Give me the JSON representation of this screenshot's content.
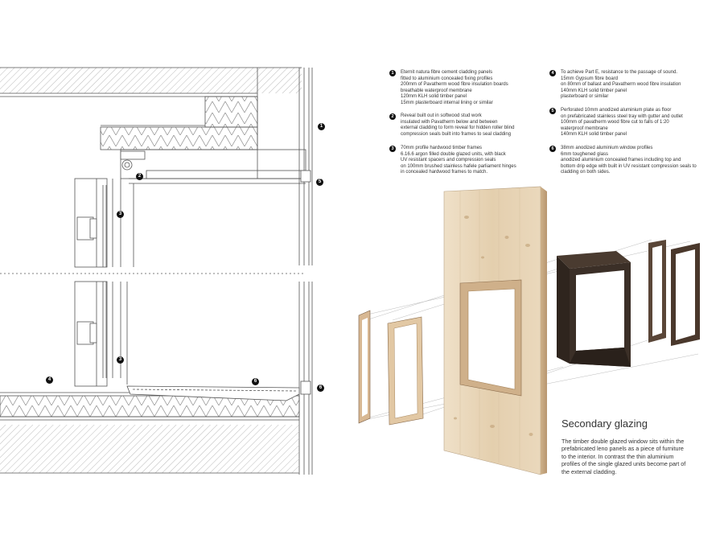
{
  "notes": [
    {
      "num": "1",
      "lines": [
        "Eternit natura fibre cement cladding panels",
        "fitted to aluminium concealed fixing profiles",
        "200mm of Pavatherm wood fibre insulation boards",
        "breathable waterproof membrane",
        "120mm KLH solid timber panel",
        "15mm plasterboard internal lining or similar"
      ]
    },
    {
      "num": "2",
      "lines": [
        "Reveal built out in softwood stud work",
        "insulated with Pavatherm below and between",
        "external cladding to form reveal for hidden roller blind",
        "compression seals built into frames to seal cladding"
      ]
    },
    {
      "num": "3",
      "lines": [
        "70mm profile hardwood timber frames",
        "6.16.6 argon filled double glazed units, with black",
        "UV resistant spacers and compression seals",
        "on 100mm brushed stainless hafele parliament hinges",
        "in concealed hardwood frames to match."
      ]
    },
    {
      "num": "4",
      "lines": [
        "To achieve Part E, resistance to the passage of sound.",
        "15mm Gypsum fibre board",
        "on 80mm of ballast and Pavatherm wood fibre insulation",
        "140mm KLH solid timber panel",
        "plasterboard or similar"
      ]
    },
    {
      "num": "5",
      "lines": [
        "Perforated 10mm anodized aluminium plate as floor",
        "on prefabricated stainless steel tray with gutter and outlet",
        "100mm of pavatherm wood fibre cut to falls of 1:20",
        "waterproof membrane",
        "140mm KLH solid timber panel"
      ]
    },
    {
      "num": "6",
      "lines": [
        "38mm anodized aluminium window profiles",
        "6mm toughened glass",
        "anodized aluminium concealed frames including top and",
        "bottom drip edge with built in UV resistant compression seals to",
        "cladding on both sides."
      ]
    }
  ],
  "markers": [
    "1",
    "2",
    "3",
    "5",
    "3",
    "4",
    "6",
    "6"
  ],
  "heading": "Secondary glazing",
  "caption": [
    "The timber double glazed window sits within the",
    "prefabricated leno panels as a piece of furniture",
    "to the interior.  In contrast the thin aluminium",
    "profiles of the single glazed units become part of",
    "the external cladding."
  ],
  "colors": {
    "timber": "#e6d3b8",
    "timber_dark": "#c9ad86",
    "frame_dark": "#3a2e26",
    "line": "#555555"
  }
}
